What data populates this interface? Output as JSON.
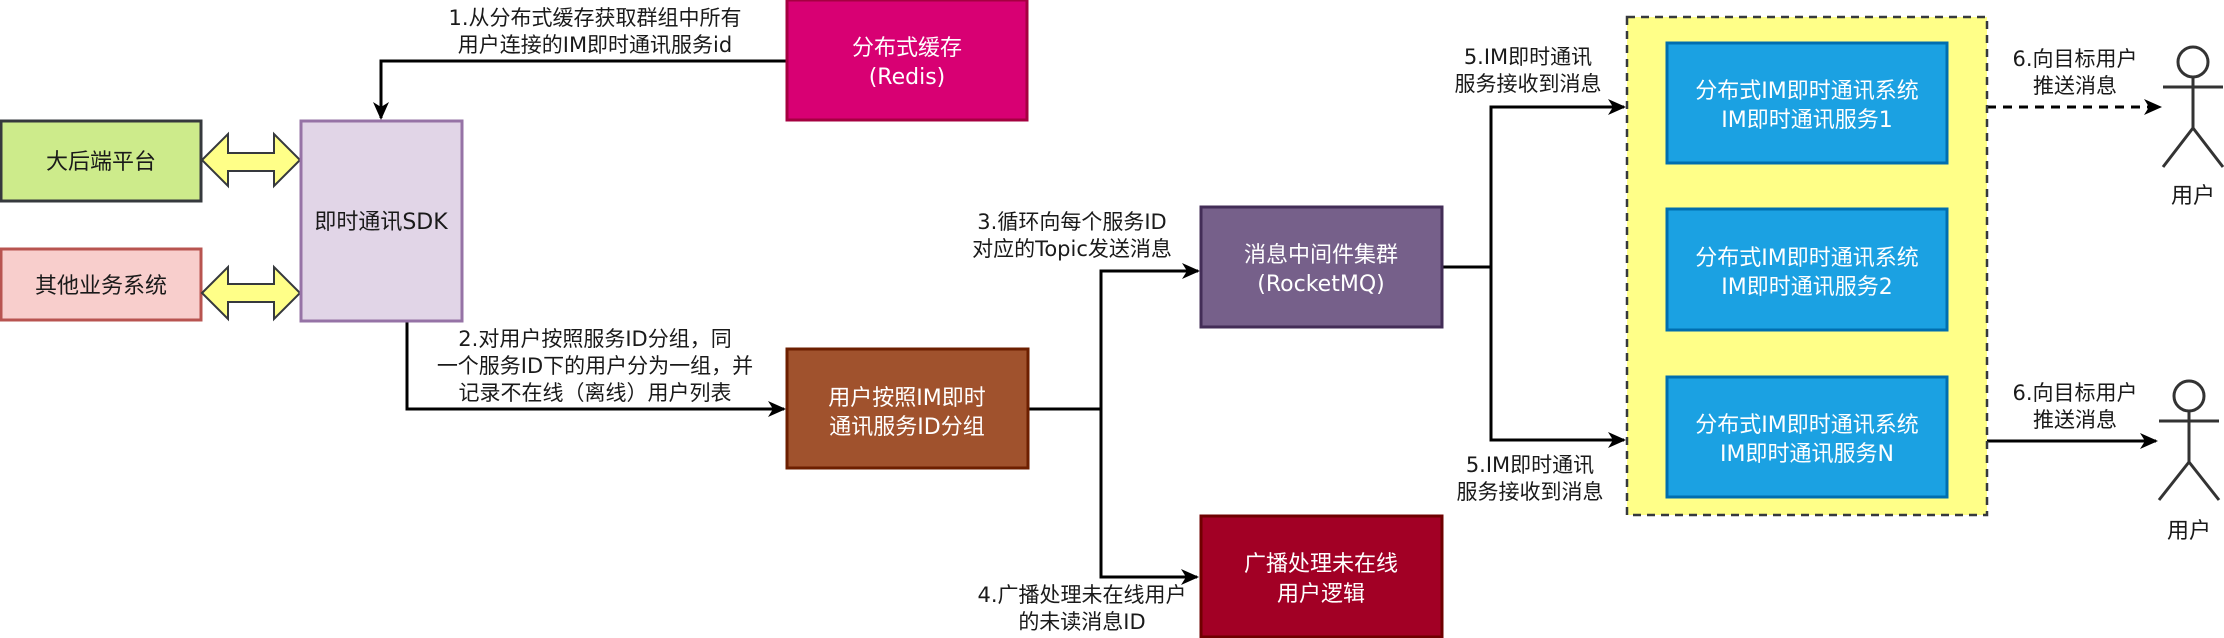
{
  "title": "群消息推送架构",
  "colors": {
    "backend_fill": "#cdeb8b",
    "backend_stroke": "#36393d",
    "business_fill": "#f8cecc",
    "business_stroke": "#b85450",
    "sdk_fill": "#e1d5e7",
    "sdk_stroke": "#9673a6",
    "redis_fill": "#d80073",
    "redis_stroke": "#a50040",
    "group_fill": "#a0522d",
    "group_stroke": "#6d1f00",
    "mq_fill": "#76608a",
    "mq_stroke": "#432d57",
    "broadcast_fill": "#a20025",
    "broadcast_stroke": "#6f0000",
    "cluster_fill": "#ffff88",
    "cluster_stroke": "#36393d",
    "service_fill": "#1ba1e2",
    "service_stroke": "#006eaf",
    "double_arrow_fill": "#ffff88",
    "actor_head_fill": "#ffcc99"
  },
  "nodes": {
    "backend": {
      "label": "大后端平台"
    },
    "business": {
      "label": "其他业务系统"
    },
    "sdk": {
      "label": "即时通讯SDK"
    },
    "redis": {
      "lines": [
        "分布式缓存",
        "(Redis)"
      ]
    },
    "grouping": {
      "lines": [
        "用户按照IM即时",
        "通讯服务ID分组"
      ]
    },
    "mq": {
      "lines": [
        "消息中间件集群",
        "(RocketMQ)"
      ]
    },
    "broadcast": {
      "lines": [
        "广播处理未在线",
        "用户逻辑"
      ]
    },
    "services": [
      {
        "lines": [
          "分布式IM即时通讯系统",
          "IM即时通讯服务1"
        ]
      },
      {
        "lines": [
          "分布式IM即时通讯系统",
          "IM即时通讯服务2"
        ]
      },
      {
        "lines": [
          "分布式IM即时通讯系统",
          "IM即时通讯服务N"
        ]
      }
    ]
  },
  "edges": {
    "step1": {
      "lines": [
        "1.从分布式缓存获取群组中所有",
        "用户连接的IM即时通讯服务id"
      ]
    },
    "step2": {
      "lines": [
        "2.对用户按照服务ID分组，同",
        "一个服务ID下的用户分为一组，并",
        "记录不在线（离线）用户列表"
      ]
    },
    "step3": {
      "lines": [
        "3.循环向每个服务ID",
        "对应的Topic发送消息"
      ]
    },
    "step4": {
      "lines": [
        "4.广播处理未在线用户",
        "的未读消息ID"
      ]
    },
    "step5_top": {
      "lines": [
        "5.IM即时通讯",
        "服务接收到消息"
      ]
    },
    "step5_bottom": {
      "lines": [
        "5.IM即时通讯",
        "服务接收到消息"
      ]
    },
    "step6_top": {
      "lines": [
        "6.向目标用户",
        "推送消息"
      ]
    },
    "step6_bottom": {
      "lines": [
        "6.向目标用户",
        "推送消息"
      ]
    }
  },
  "actors": [
    {
      "label": "用户"
    },
    {
      "label": "用户"
    }
  ]
}
